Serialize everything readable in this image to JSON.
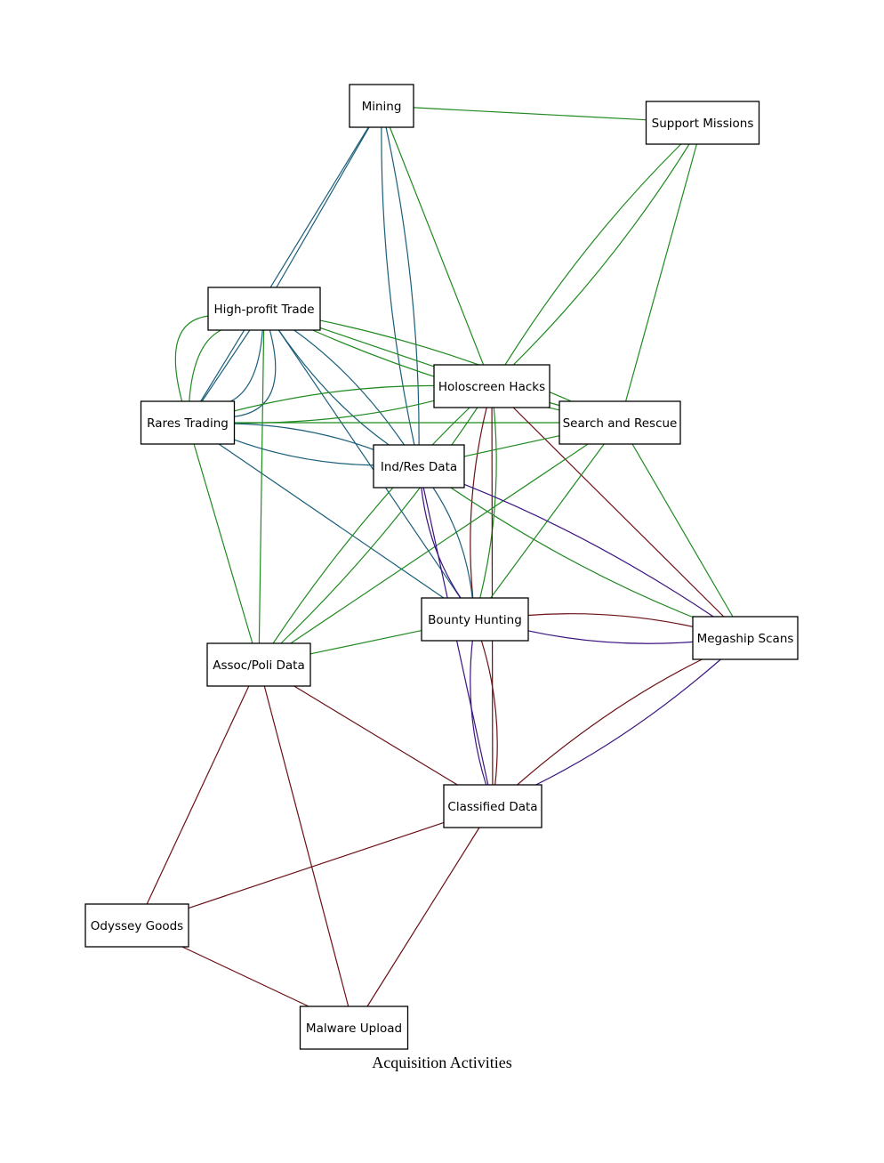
{
  "title": "Acquisition Activities",
  "colors": {
    "teal": "#1a5e7a",
    "green": "#1f8a1f",
    "maroon": "#6b0f15",
    "indigo": "#3a1480"
  },
  "nodes": [
    {
      "id": "mining",
      "label": "Mining"
    },
    {
      "id": "support",
      "label": "Support Missions"
    },
    {
      "id": "highprofit",
      "label": "High-profit Trade"
    },
    {
      "id": "holoscreen",
      "label": "Holoscreen Hacks"
    },
    {
      "id": "rares",
      "label": "Rares Trading"
    },
    {
      "id": "searchrescue",
      "label": "Search and Rescue"
    },
    {
      "id": "indres",
      "label": "Ind/Res Data"
    },
    {
      "id": "bounty",
      "label": "Bounty Hunting"
    },
    {
      "id": "megaship",
      "label": "Megaship Scans"
    },
    {
      "id": "assocpoli",
      "label": "Assoc/Poli Data"
    },
    {
      "id": "classified",
      "label": "Classified Data"
    },
    {
      "id": "odyssey",
      "label": "Odyssey Goods"
    },
    {
      "id": "malware",
      "label": "Malware Upload"
    }
  ],
  "edges": [
    {
      "from": "mining",
      "to": "support",
      "color": "green"
    },
    {
      "from": "mining",
      "to": "rares",
      "color": "teal"
    },
    {
      "from": "mining",
      "to": "highprofit",
      "color": "teal"
    },
    {
      "from": "mining",
      "to": "indres",
      "color": "teal"
    },
    {
      "from": "mining",
      "to": "indres",
      "color": "teal"
    },
    {
      "from": "mining",
      "to": "holoscreen",
      "color": "green"
    },
    {
      "from": "support",
      "to": "holoscreen",
      "color": "green"
    },
    {
      "from": "support",
      "to": "holoscreen",
      "color": "green"
    },
    {
      "from": "support",
      "to": "searchrescue",
      "color": "green"
    },
    {
      "from": "highprofit",
      "to": "rares",
      "color": "teal"
    },
    {
      "from": "highprofit",
      "to": "rares",
      "color": "teal"
    },
    {
      "from": "highprofit",
      "to": "rares",
      "color": "teal"
    },
    {
      "from": "highprofit",
      "to": "rares",
      "color": "green"
    },
    {
      "from": "highprofit",
      "to": "rares",
      "color": "green"
    },
    {
      "from": "highprofit",
      "to": "holoscreen",
      "color": "green"
    },
    {
      "from": "highprofit",
      "to": "searchrescue",
      "color": "green"
    },
    {
      "from": "highprofit",
      "to": "searchrescue",
      "color": "green"
    },
    {
      "from": "highprofit",
      "to": "indres",
      "color": "teal"
    },
    {
      "from": "highprofit",
      "to": "indres",
      "color": "teal"
    },
    {
      "from": "highprofit",
      "to": "bounty",
      "color": "teal"
    },
    {
      "from": "highprofit",
      "to": "assocpoli",
      "color": "green"
    },
    {
      "from": "rares",
      "to": "holoscreen",
      "color": "green"
    },
    {
      "from": "rares",
      "to": "holoscreen",
      "color": "green"
    },
    {
      "from": "rares",
      "to": "searchrescue",
      "color": "green"
    },
    {
      "from": "rares",
      "to": "indres",
      "color": "teal"
    },
    {
      "from": "rares",
      "to": "indres",
      "color": "teal"
    },
    {
      "from": "rares",
      "to": "bounty",
      "color": "teal"
    },
    {
      "from": "rares",
      "to": "assocpoli",
      "color": "green"
    },
    {
      "from": "holoscreen",
      "to": "searchrescue",
      "color": "green"
    },
    {
      "from": "holoscreen",
      "to": "assocpoli",
      "color": "green"
    },
    {
      "from": "holoscreen",
      "to": "assocpoli",
      "color": "green"
    },
    {
      "from": "holoscreen",
      "to": "bounty",
      "color": "green"
    },
    {
      "from": "holoscreen",
      "to": "bounty",
      "color": "maroon"
    },
    {
      "from": "holoscreen",
      "to": "classified",
      "color": "maroon"
    },
    {
      "from": "holoscreen",
      "to": "megaship",
      "color": "maroon"
    },
    {
      "from": "searchrescue",
      "to": "indres",
      "color": "green"
    },
    {
      "from": "searchrescue",
      "to": "assocpoli",
      "color": "green"
    },
    {
      "from": "searchrescue",
      "to": "bounty",
      "color": "green"
    },
    {
      "from": "searchrescue",
      "to": "megaship",
      "color": "green"
    },
    {
      "from": "indres",
      "to": "bounty",
      "color": "teal"
    },
    {
      "from": "indres",
      "to": "bounty",
      "color": "indigo"
    },
    {
      "from": "indres",
      "to": "classified",
      "color": "indigo"
    },
    {
      "from": "indres",
      "to": "megaship",
      "color": "indigo"
    },
    {
      "from": "indres",
      "to": "megaship",
      "color": "green"
    },
    {
      "from": "bounty",
      "to": "megaship",
      "color": "maroon"
    },
    {
      "from": "bounty",
      "to": "megaship",
      "color": "indigo"
    },
    {
      "from": "bounty",
      "to": "assocpoli",
      "color": "green"
    },
    {
      "from": "bounty",
      "to": "classified",
      "color": "maroon"
    },
    {
      "from": "bounty",
      "to": "classified",
      "color": "indigo"
    },
    {
      "from": "megaship",
      "to": "classified",
      "color": "indigo"
    },
    {
      "from": "megaship",
      "to": "classified",
      "color": "maroon"
    },
    {
      "from": "assocpoli",
      "to": "classified",
      "color": "maroon"
    },
    {
      "from": "assocpoli",
      "to": "odyssey",
      "color": "maroon"
    },
    {
      "from": "assocpoli",
      "to": "malware",
      "color": "maroon"
    },
    {
      "from": "classified",
      "to": "odyssey",
      "color": "maroon"
    },
    {
      "from": "classified",
      "to": "malware",
      "color": "maroon"
    },
    {
      "from": "odyssey",
      "to": "malware",
      "color": "maroon"
    }
  ]
}
